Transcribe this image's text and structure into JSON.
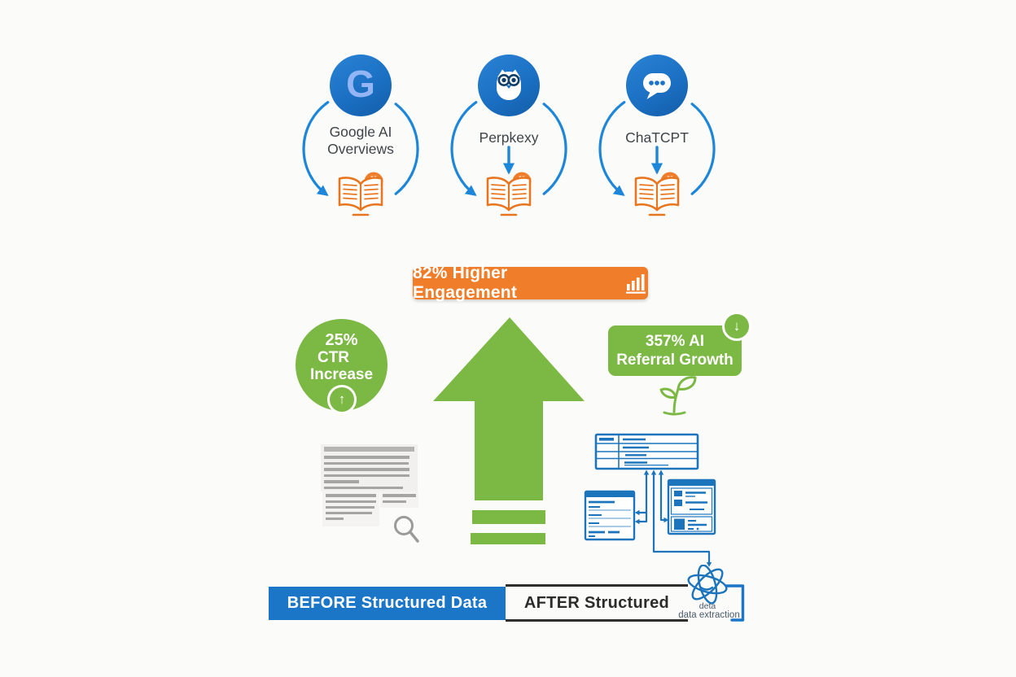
{
  "header": {
    "platforms": [
      {
        "label_lines": [
          "Google AI",
          "Overviews"
        ],
        "icon": "google-g-icon",
        "monogram": "G"
      },
      {
        "label_lines": [
          "Perpkexy"
        ],
        "icon": "owl-icon"
      },
      {
        "label_lines": [
          "ChaTCPT"
        ],
        "icon": "chat-bubble-icon"
      }
    ]
  },
  "stats": {
    "engagement": {
      "label": "82% Higher Engagement",
      "color": "#ef7d2a",
      "icon": "bar-chart-icon"
    },
    "ctr": {
      "lines": [
        "25%",
        "CTR",
        "Increase"
      ],
      "color": "#7cb844",
      "badge_icon": "up-arrow-icon"
    },
    "referral": {
      "lines": [
        "357% AI",
        "Referral Growth"
      ],
      "color": "#7cb844",
      "badge_icon": "down-arrow-icon"
    }
  },
  "comparison": {
    "before_label": "BEFORE Structured Data",
    "after_label": "AFTER Structured",
    "extraction_line1": "deta",
    "extraction_line2": "data extraction"
  },
  "icons": {
    "up_arrow": "↑",
    "down_arrow": "↓",
    "quote": "”"
  },
  "colors": {
    "blue": "#1b76c8",
    "table_blue": "#1c75bc",
    "orange": "#ef7d2a",
    "book_orange": "#e8761f",
    "green": "#7cb844",
    "gray_line": "#a5a5a3"
  }
}
